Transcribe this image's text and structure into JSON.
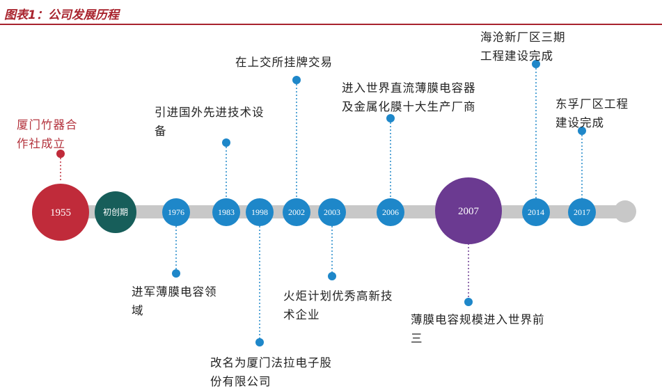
{
  "header": {
    "title": "图表1：公司发展历程"
  },
  "colors": {
    "accent": "#a8232d",
    "node_blue": "#1e87c9",
    "node_teal": "#175e5a",
    "node_purple": "#6b3a91",
    "node_red": "#c02b3a",
    "bar": "#c8c8c8"
  },
  "nodes": [
    {
      "label": "1955",
      "color": "#c02b3a"
    },
    {
      "label": "初创期",
      "color": "#175e5a"
    },
    {
      "label": "1976",
      "color": "#1e87c9"
    },
    {
      "label": "1983",
      "color": "#1e87c9"
    },
    {
      "label": "1998",
      "color": "#1e87c9"
    },
    {
      "label": "2002",
      "color": "#1e87c9"
    },
    {
      "label": "2003",
      "color": "#1e87c9"
    },
    {
      "label": "2006",
      "color": "#1e87c9"
    },
    {
      "label": "2007",
      "color": "#6b3a91"
    },
    {
      "label": "2014",
      "color": "#1e87c9"
    },
    {
      "label": "2017",
      "color": "#1e87c9"
    }
  ],
  "events": {
    "e1955": [
      "厦门竹器合",
      "作社成立"
    ],
    "e1976": [
      "进军薄膜电容领",
      "域"
    ],
    "e1983": [
      "引进国外先进技术设",
      "备"
    ],
    "e1998": [
      "改名为厦门法拉电子股",
      "份有限公司"
    ],
    "e2002": [
      "在上交所挂牌交易"
    ],
    "e2003": [
      "火炬计划优秀高新技",
      "术企业"
    ],
    "e2006": [
      "进入世界直流薄膜电容器",
      "及金属化膜十大生产厂商"
    ],
    "e2007": [
      "薄膜电容规模进入世界前",
      "三"
    ],
    "e2014": [
      "海沧新厂区三期",
      "工程建设完成"
    ],
    "e2017": [
      "东孚厂区工程",
      "建设完成"
    ]
  }
}
